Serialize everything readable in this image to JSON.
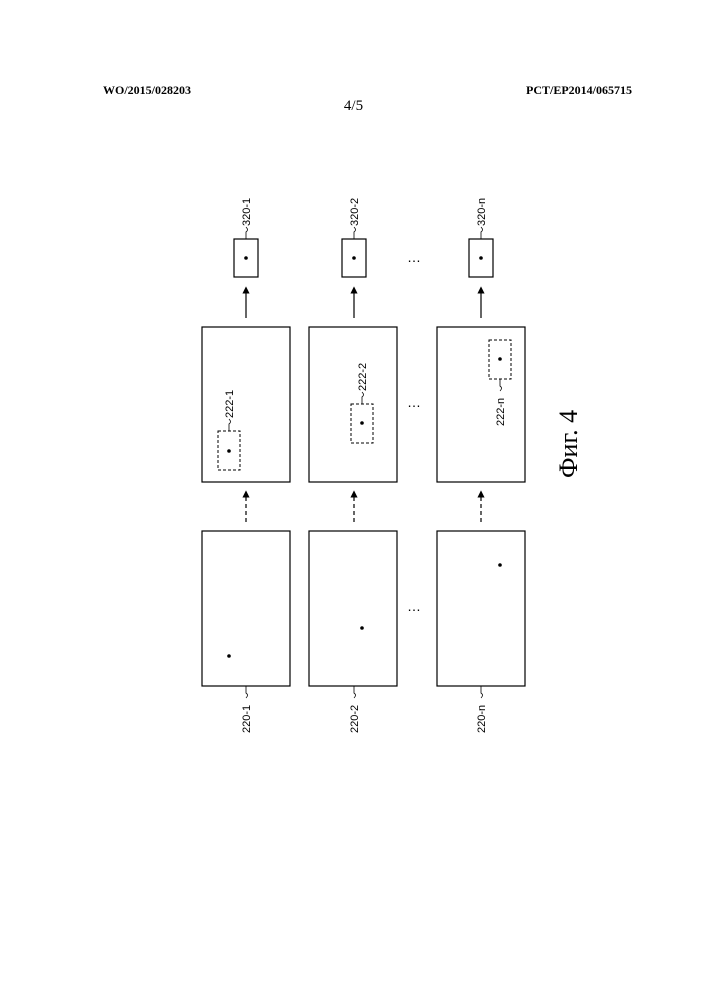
{
  "header": {
    "publication_number": "WO/2015/028203",
    "application_number": "PCT/EP2014/065715",
    "sheet": "4/5"
  },
  "figure": {
    "caption": "Фиг. 4",
    "ellipsis": "…",
    "rows": [
      {
        "output_label": "320-1",
        "roi_label": "222-1",
        "input_label": "220-1"
      },
      {
        "output_label": "320-2",
        "roi_label": "222-2",
        "input_label": "220-2"
      },
      {
        "output_label": "320-n",
        "roi_label": "222-n",
        "input_label": "220-n"
      }
    ]
  }
}
